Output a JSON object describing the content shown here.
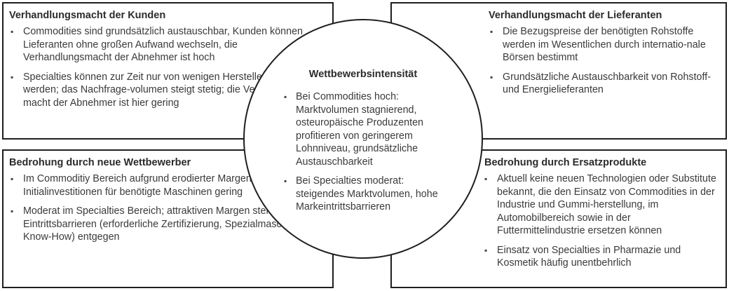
{
  "top_left": {
    "title": "Verhandlungsmacht der Kunden",
    "items": [
      "Commodities sind grundsätzlich austauschbar, Kunden können Lieferanten ohne großen Aufwand wechseln, die Verhandlungsmacht der Abnehmer ist hoch",
      "Specialties können zur Zeit nur von wenigen Herstellern produziert werden; das Nachfrage-volumen steigt stetig; die Verhandlungs-macht der Abnehmer ist hier gering"
    ]
  },
  "top_right": {
    "title": "Verhandlungsmacht der Lieferanten",
    "items": [
      "Die Bezugspreise der benötigten Rohstoffe werden im Wesentlichen durch internatio-nale Börsen bestimmt",
      "Grundsätzliche Austauschbarkeit von Rohstoff- und Energielieferanten"
    ]
  },
  "bottom_left": {
    "title": "Bedrohung durch neue Wettbewerber",
    "items": [
      "Im Commoditiy Bereich aufgrund erodierter Margen und hoher Initialinvestitionen für benötigte Maschinen gering",
      "Moderat im Specialties Bereich; attraktiven Margen stehen hohe Eintrittsbarrieren (erforderliche Zertifizierung, Spezialmaschinen, Know-How) entgegen"
    ]
  },
  "bottom_right": {
    "title": "Bedrohung durch Ersatzprodukte",
    "items": [
      "Aktuell keine neuen Technologien oder Substitute bekannt, die den Einsatz von Commodities in der Industrie und Gummi-herstellung, im Automobilbereich sowie in der Futtermittelindustrie ersetzen können",
      "Einsatz von Specialties in Pharmazie und Kosmetik häufig unentbehrlich"
    ]
  },
  "center": {
    "title": "Wettbewerbsintensität",
    "items": [
      "Bei Commodities hoch: Marktvolumen stagnierend, osteuropäische Produzenten profitieren von geringerem Lohnniveau, grundsätzliche Austauschbarkeit",
      "Bei Specialties moderat: steigendes Marktvolumen, hohe Markeintrittsbarrieren"
    ]
  }
}
